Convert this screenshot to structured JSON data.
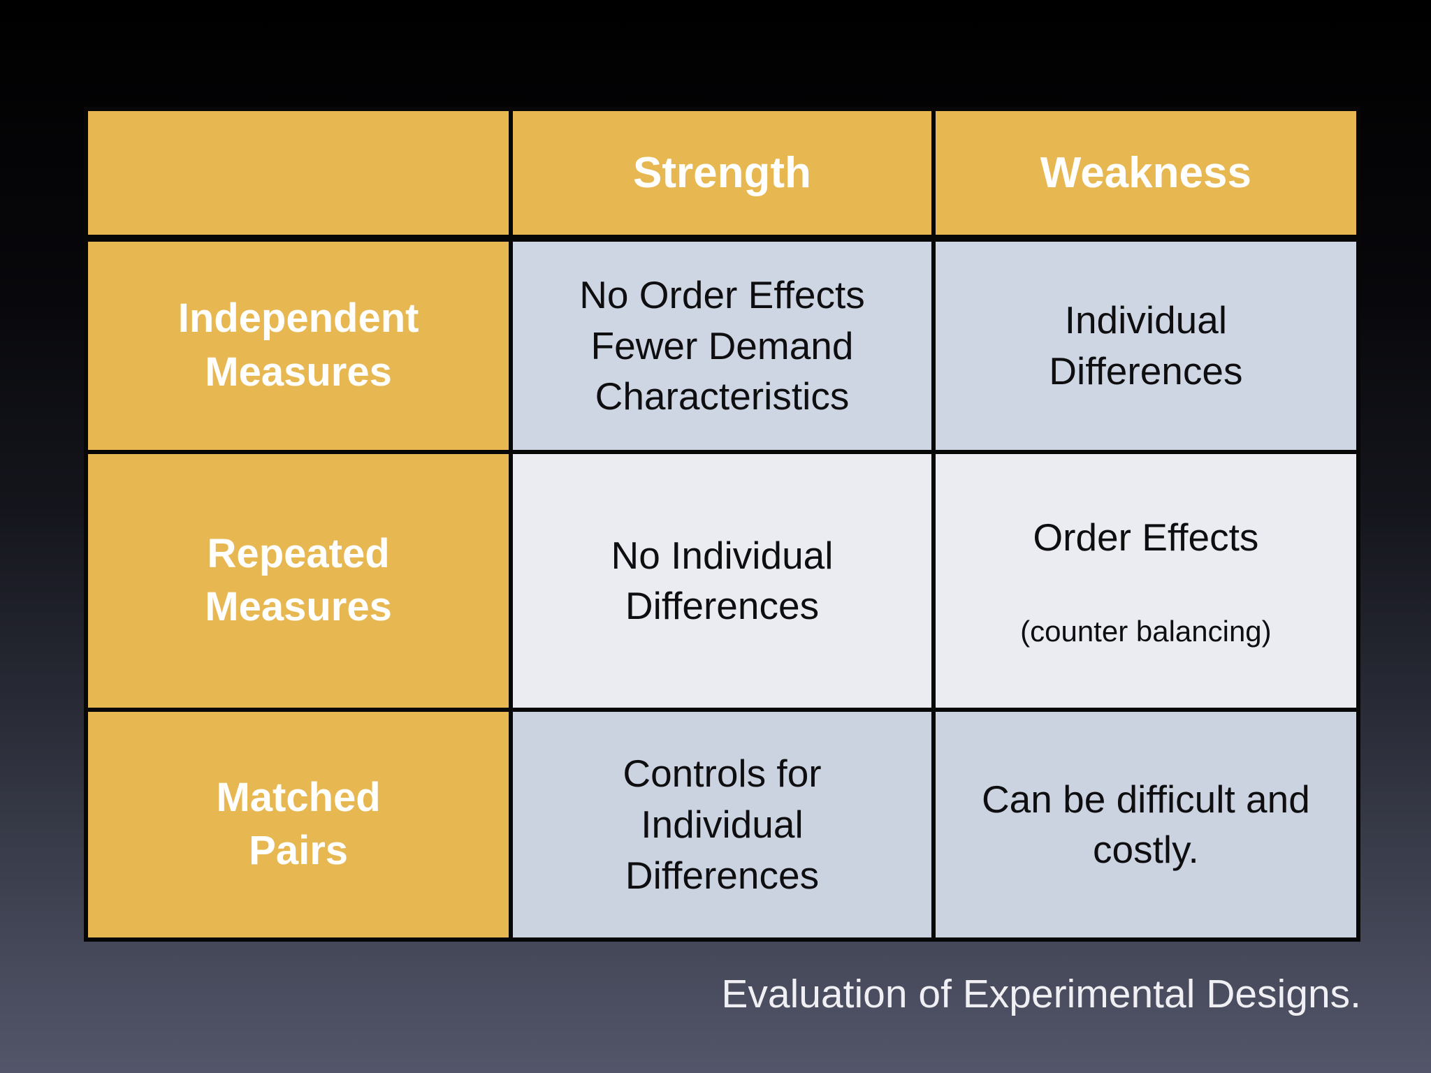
{
  "caption": "Evaluation of Experimental Designs.",
  "table": {
    "header": {
      "corner": "",
      "strength": "Strength",
      "weakness": "Weakness"
    },
    "rows": [
      {
        "label": "Independent\nMeasures",
        "strength": "No Order Effects\nFewer Demand\nCharacteristics",
        "weakness": "Individual\nDifferences"
      },
      {
        "label": "Repeated\nMeasures",
        "strength": "No Individual\nDifferences",
        "weakness_main": "Order Effects",
        "weakness_sub": "(counter balancing)"
      },
      {
        "label": "Matched\nPairs",
        "strength": "Controls for\nIndividual\nDifferences",
        "weakness": "Can be difficult and\ncostly."
      }
    ]
  },
  "colors": {
    "gold": "#E7B852",
    "row_dark": "#CFD6E3",
    "row_darker": "#CBD3E1",
    "row_light": "#EBECF2",
    "border": "#070708",
    "header_text": "#FFFFFF",
    "body_text": "#0E0E10",
    "caption_text": "#EFEFF4",
    "background_top": "#000000",
    "background_bottom": "#53566A"
  }
}
